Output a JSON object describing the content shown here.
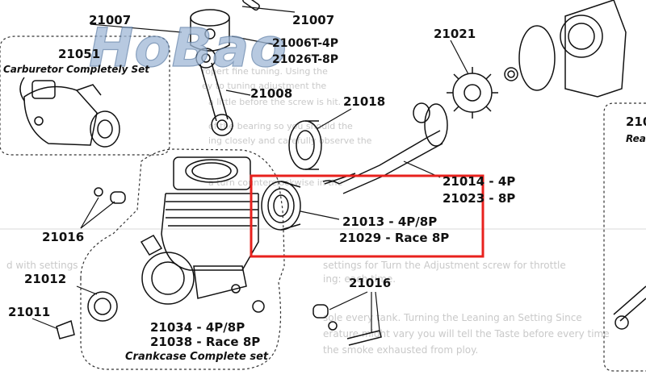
{
  "watermark": "HoBao",
  "parts": {
    "p21007a": "21007",
    "p21007b": "21007",
    "p21006": "21006T-4P",
    "p21026": "21026T-8P",
    "p21008": "21008",
    "p21018": "21018",
    "p21021": "21021",
    "p21051": "21051",
    "p21016a": "21016",
    "p21016b": "21016",
    "p21012": "21012",
    "p21011": "21011",
    "p21014": "21014 - 4P",
    "p21023": "21023 - 8P",
    "p21013": "21013 - 4P/8P",
    "p21029": "21029 - Race 8P",
    "p21034": "21034 - 4P/8P",
    "p21038": "21038 - Race 8P",
    "p_right": "210",
    "p_right_sub": "Rea"
  },
  "captions": {
    "carb": "Carburetor Completely Set",
    "crank": "Crankcase Complete set"
  },
  "highlight": {
    "color": "#e8211d",
    "target": "21013 - 4P/8P"
  },
  "background_text": [
    "ropert fine tuning. Using the",
    "ey to tuning adjustment the",
    "a little before the screw is hit.",
    "of the bearing so you should the",
    "ing closely and carefully observe the",
    "a turn counterclockwise in the",
    "settings for Turn the  Adjustment screw for throttle",
    "ing: each time.",
    "sole every tank. Turning the Leaning an Setting Since",
    "erature might vary you will tell the Taste before every time",
    "the smoke exhausted from ploy.",
    "d with settings"
  ]
}
